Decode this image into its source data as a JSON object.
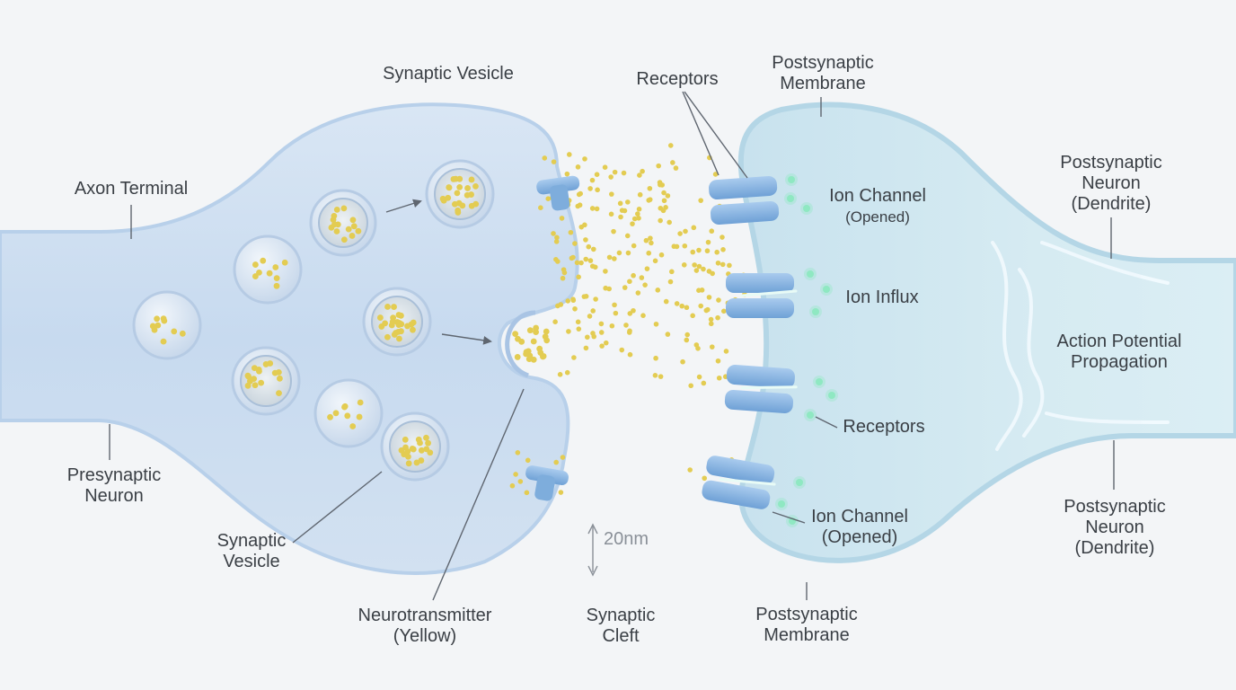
{
  "labels": {
    "synaptic_vesicle_top": "Synaptic Vesicle",
    "receptors_top": "Receptors",
    "postsynaptic_membrane_top": [
      "Postsynaptic",
      "Membrane"
    ],
    "axon_terminal": "Axon Terminal",
    "ion_channel_top": "Ion Channel",
    "ion_channel_top_state": "(Opened)",
    "postsynaptic_neuron_top": [
      "Postsynaptic",
      "Neuron",
      "(Dendrite)"
    ],
    "ion_influx": "Ion Influx",
    "action_potential": [
      "Action Potential",
      "Propagation"
    ],
    "receptors_mid": "Receptors",
    "presynaptic_neuron": [
      "Presynaptic",
      "Neuron"
    ],
    "ion_channel_bottom": [
      "Ion Channel",
      "(Opened)"
    ],
    "postsynaptic_neuron_bottom": [
      "Postsynaptic",
      "Neuron",
      "(Dendrite)"
    ],
    "synaptic_vesicle_bottom": [
      "Synaptic",
      "Vesicle"
    ],
    "cleft_width": "20nm",
    "neurotransmitter": [
      "Neurotransmitter",
      "(Yellow)"
    ],
    "synaptic_cleft": [
      "Synaptic",
      "Cleft"
    ],
    "postsynaptic_membrane_bottom": [
      "Postsynaptic",
      "Membrane"
    ]
  },
  "colors": {
    "background": "#f3f5f7",
    "presynaptic": "#c9dbf0",
    "postsynaptic": "#d3e8f0",
    "membrane_edge": "#aecde6",
    "neurotransmitter": "#e3cc52",
    "ion": "#8fe8c2",
    "channel": "#8fbbe6",
    "leader_line": "#5f6670"
  }
}
